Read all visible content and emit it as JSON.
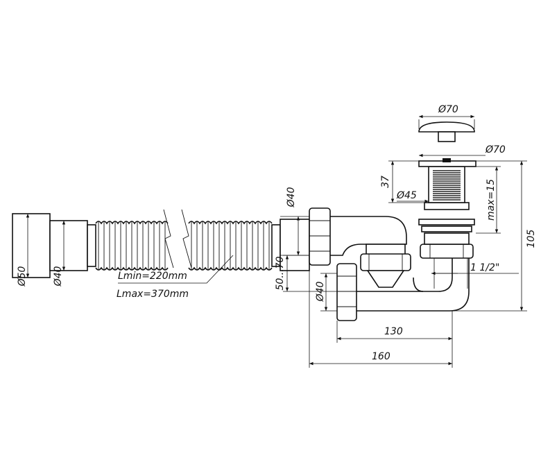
{
  "labels": {
    "top_cap_diameter": "Ø70",
    "flange_diameter": "Ø70",
    "body_height": "37",
    "body_diameter": "Ø45",
    "max_adjust": "max=15",
    "total_height": "105",
    "thread": "1 1/2\"",
    "outlet_diameter": "Ø40",
    "outlet_height_range": "50...70",
    "hose_outlet_diameter": "Ø40",
    "hose_end_outer": "Ø50",
    "hose_end_inner": "Ø40",
    "length_min": "Lmin=220mm",
    "length_max": "Lmax=370mm",
    "width_130": "130",
    "width_160": "160"
  }
}
